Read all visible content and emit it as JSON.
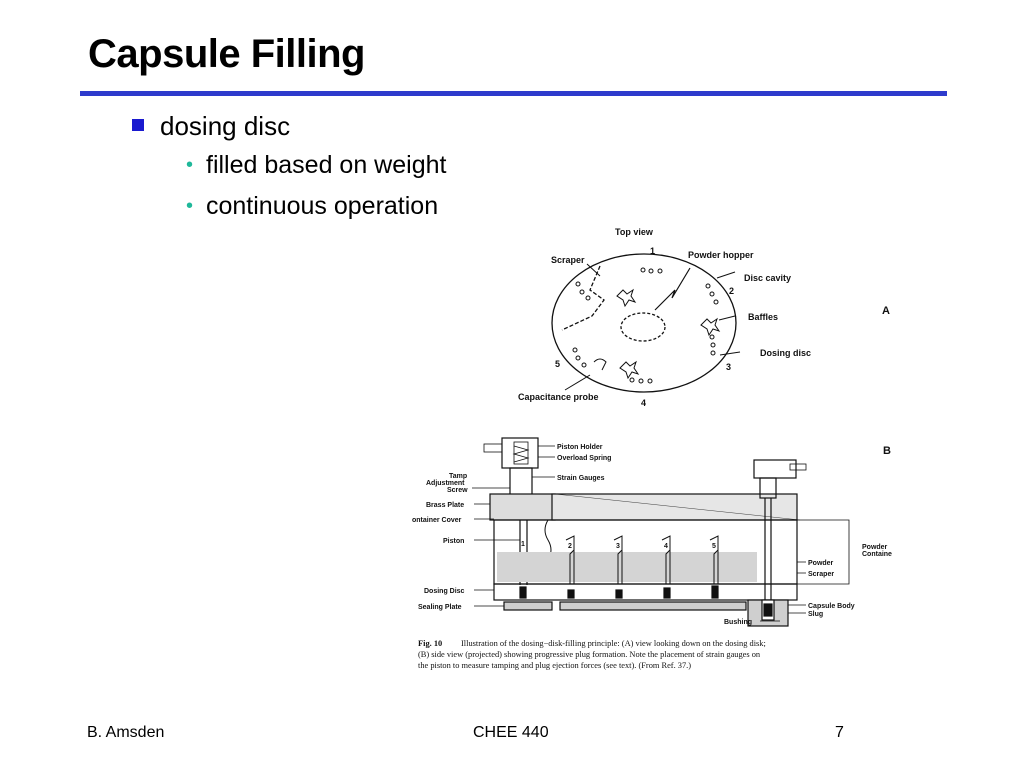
{
  "slide": {
    "title": "Capsule Filling",
    "accent_color": "#2e3bcc",
    "bullet_square_color": "#1a1acf",
    "sub_bullet_color": "#1fb89a"
  },
  "bullets": {
    "main": "dosing disc",
    "sub": [
      "filled based on weight",
      "continuous operation"
    ],
    "sub_marker": "•"
  },
  "figure": {
    "top_view": {
      "heading": "Top view",
      "panel_letter": "A",
      "station_numbers": [
        "1",
        "2",
        "3",
        "4",
        "5"
      ],
      "labels": {
        "scraper": "Scraper",
        "powder_hopper": "Powder hopper",
        "disc_cavity": "Disc cavity",
        "baffles": "Baffles",
        "dosing_disc": "Dosing disc",
        "capacitance_probe": "Capacitance probe"
      }
    },
    "side_view": {
      "panel_letter": "B",
      "piston_numbers": [
        "1",
        "2",
        "3",
        "4",
        "5"
      ],
      "labels": {
        "piston_holder": "Piston Holder",
        "overload_spring": "Overload Spring",
        "strain_gauges": "Strain Gauges",
        "tamp_adjustment_line1": "Tamp",
        "tamp_adjustment_line2": "Adjustment",
        "tamp_adjustment_line3": "Screw",
        "brass_plate": "Brass Plate",
        "container_cover": "ontainer Cover",
        "piston": "Piston",
        "dosing_disc": "Dosing Disc",
        "sealing_plate": "Sealing Plate",
        "powder_container_line1": "Powder",
        "powder_container_line2": "Containe",
        "powder": "Powder",
        "scraper": "Scraper",
        "capsule_body": "Capsule Body",
        "slug": "Slug",
        "bushing": "Bushing"
      }
    },
    "caption": {
      "label": "Fig. 10",
      "line1": "Illustration of the dosing−disk-filling principle: (A) view looking down on the dosing disk;",
      "line2": "(B) side view (projected) showing progressive plug formation. Note the placement of strain gauges on",
      "line3": "the piston to measure tamping and plug ejection forces (see text). (From Ref. 37.)"
    }
  },
  "footer": {
    "author": "B. Amsden",
    "course": "CHEE 440",
    "page": "7"
  }
}
